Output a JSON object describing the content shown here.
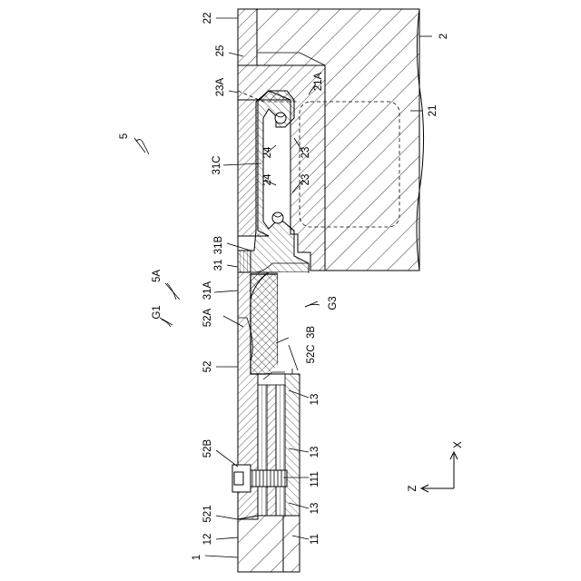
{
  "labels": {
    "l22": "22",
    "l2": "2",
    "l25": "25",
    "l23A": "23A",
    "l21A": "21A",
    "l21": "21",
    "l5": "5",
    "l31C": "31C",
    "l24a": "24",
    "l24b": "24",
    "l23a": "23",
    "l23b": "23",
    "l31B": "31B",
    "l31": "31",
    "l5A": "5A",
    "l31A": "31A",
    "lG1": "G1",
    "l52A": "52A",
    "lG3": "G3",
    "l3B": "3B",
    "l52C": "52C",
    "l52": "52",
    "l13a": "13",
    "l13b": "13",
    "l52B": "52B",
    "l111": "111",
    "l521": "521",
    "l13c": "13",
    "l12": "12",
    "l11": "11",
    "l1": "1",
    "axisX": "X",
    "axisZ": "Z"
  }
}
